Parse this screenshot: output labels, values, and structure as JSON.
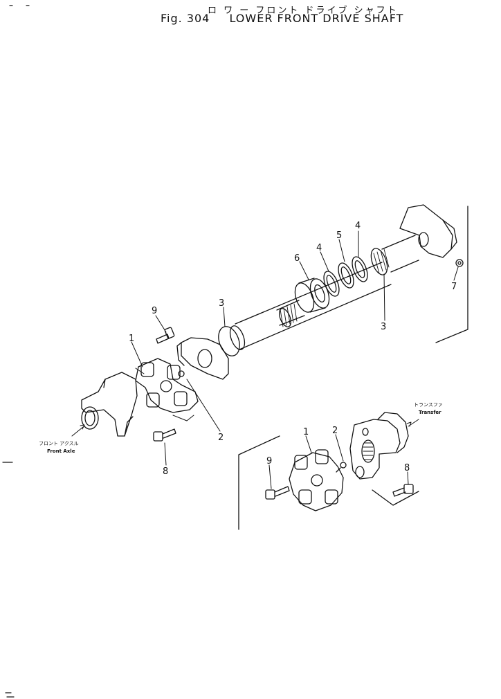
{
  "header": {
    "title_jp": "ロ ワ ー  フロント ドライブ シャフト",
    "fig_number": "Fig. 304",
    "title_en": "LOWER FRONT DRIVE SHAFT"
  },
  "callouts": {
    "c1_upper": "1",
    "c2_upper": "2",
    "c3_left": "3",
    "c3_right": "3",
    "c4_a": "4",
    "c4_b": "4",
    "c5": "5",
    "c6": "6",
    "c7": "7",
    "c8_upper": "8",
    "c9_upper": "9",
    "c1_lower": "1",
    "c2_lower": "2",
    "c8_lower": "8",
    "c9_lower": "9"
  },
  "annotations": {
    "front_axle_jp": "フロント アクスル",
    "front_axle_en": "Front Axle",
    "transfer_jp": "トランスファ",
    "transfer_en": "Transfer"
  }
}
